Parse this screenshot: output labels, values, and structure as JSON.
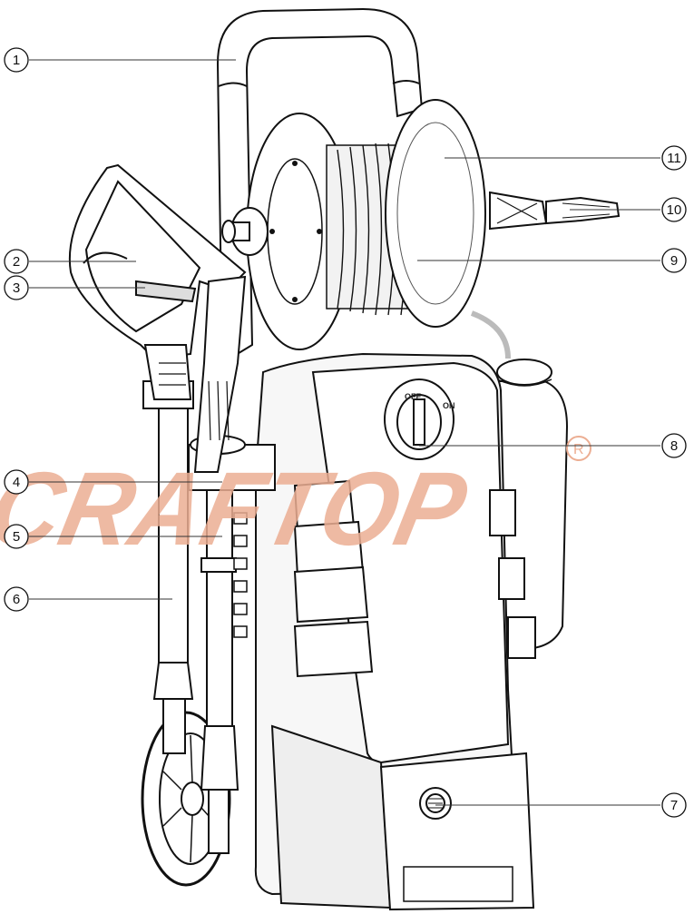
{
  "diagram": {
    "callouts": [
      {
        "number": "1"
      },
      {
        "number": "2"
      },
      {
        "number": "3"
      },
      {
        "number": "4"
      },
      {
        "number": "5"
      },
      {
        "number": "6"
      },
      {
        "number": "7"
      },
      {
        "number": "8"
      },
      {
        "number": "9"
      },
      {
        "number": "10"
      },
      {
        "number": "11"
      }
    ],
    "switch_labels": {
      "off": "OFF",
      "on": "ON"
    },
    "watermark": {
      "text": "CRAFTOP",
      "registered_mark": "R"
    },
    "colors": {
      "line": "#111111",
      "watermark": "#ecae93",
      "body_fill": "#ffffff",
      "shade": "#d8d8d8"
    }
  }
}
